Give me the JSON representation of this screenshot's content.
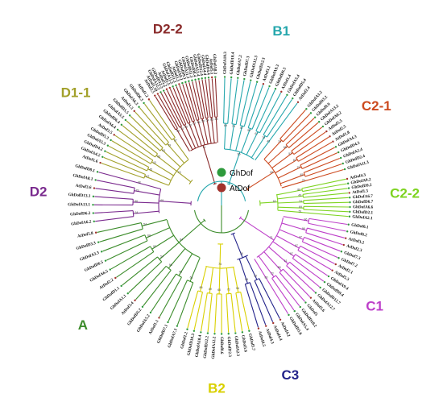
{
  "legend": {
    "items": [
      {
        "label": "GhDof",
        "color": "#2e9a3c"
      },
      {
        "label": "AtDof",
        "color": "#a2322c"
      }
    ]
  },
  "clades": [
    {
      "id": "B1",
      "label": "B1",
      "color": "#26a7ad",
      "start": -90.0,
      "end": -52.0
    },
    {
      "id": "C2-1",
      "label": "C2-1",
      "color": "#cc4a1f",
      "start": -50.0,
      "end": -15.0
    },
    {
      "id": "C2-2",
      "label": "C2-2",
      "color": "#7ed321",
      "start": -13.0,
      "end": 6.0
    },
    {
      "id": "C1",
      "label": "C1",
      "color": "#bd3fc9",
      "start": 7.0,
      "end": 60.0
    },
    {
      "id": "C3",
      "label": "C3",
      "color": "#23238a",
      "start": 61.0,
      "end": 75.0
    },
    {
      "id": "B2",
      "label": "B2",
      "color": "#d9d000",
      "start": 76.0,
      "end": 107.0
    },
    {
      "id": "A",
      "label": "A",
      "color": "#3c8c2b",
      "start": 108.0,
      "end": 170.0
    },
    {
      "id": "D2",
      "label": "D2",
      "color": "#7a2a8e",
      "start": 171.0,
      "end": 197.0
    },
    {
      "id": "D1-1",
      "label": "D1-1",
      "color": "#a2a02a",
      "start": 198.0,
      "end": 237.0
    },
    {
      "id": "D2-2",
      "label": "D2-2",
      "color": "#8a2b2b",
      "start": 238.0,
      "end": 268.0
    }
  ],
  "leaves": [
    {
      "name": "GhDofA10.3",
      "clade": "B1",
      "gh": true
    },
    {
      "name": "GhDofD10.4",
      "clade": "B1",
      "gh": true
    },
    {
      "name": "GhDofA7.2",
      "clade": "B1",
      "gh": true
    },
    {
      "name": "GhDofD7.3",
      "clade": "B1",
      "gh": true
    },
    {
      "name": "GhDofA12.3",
      "clade": "B1",
      "gh": true
    },
    {
      "name": "GhDofD12.3",
      "clade": "B1",
      "gh": true
    },
    {
      "name": "AtDof3.1",
      "clade": "B1",
      "gh": false
    },
    {
      "name": "GhDofA9.3",
      "clade": "B1",
      "gh": true
    },
    {
      "name": "GhDofD9.3",
      "clade": "B1",
      "gh": true
    },
    {
      "name": "AtDof1.4",
      "clade": "B1",
      "gh": false
    },
    {
      "name": "GhDofA5.4",
      "clade": "B1",
      "gh": true
    },
    {
      "name": "GhDofD5.4",
      "clade": "B1",
      "gh": true
    },
    {
      "name": "AtDof2.4",
      "clade": "B1",
      "gh": false
    },
    {
      "name": "GhDofA3.2",
      "clade": "C2-1",
      "gh": true
    },
    {
      "name": "GhDofD3.2",
      "clade": "C2-1",
      "gh": true
    },
    {
      "name": "GhDof8.9",
      "clade": "C2-1",
      "gh": true
    },
    {
      "name": "GhDofA13.2",
      "clade": "C2-1",
      "gh": true
    },
    {
      "name": "GhDofA8.2",
      "clade": "C2-1",
      "gh": true
    },
    {
      "name": "AtDof5.5",
      "clade": "C2-1",
      "gh": false
    },
    {
      "name": "AtDof2.5",
      "clade": "C2-1",
      "gh": false
    },
    {
      "name": "AtDof1.8",
      "clade": "C2-1",
      "gh": false
    },
    {
      "name": "GhDofA4.3",
      "clade": "C2-1",
      "gh": true
    },
    {
      "name": "GhDofD4.3",
      "clade": "C2-1",
      "gh": true
    },
    {
      "name": "GhDofA2.4",
      "clade": "C2-1",
      "gh": true
    },
    {
      "name": "GhDofD2.4",
      "clade": "C2-1",
      "gh": true
    },
    {
      "name": "GhDofA11.3",
      "clade": "C2-1",
      "gh": true
    },
    {
      "name": "AtDof4.3",
      "clade": "C2-2",
      "gh": false
    },
    {
      "name": "GhDofA9.2",
      "clade": "C2-2",
      "gh": true
    },
    {
      "name": "GhDofD9.2",
      "clade": "C2-2",
      "gh": true
    },
    {
      "name": "AtDof1.5",
      "clade": "C2-2",
      "gh": false
    },
    {
      "name": "GhDofA6.7",
      "clade": "C2-2",
      "gh": true
    },
    {
      "name": "GhDofD6.7",
      "clade": "C2-2",
      "gh": true
    },
    {
      "name": "GhDofA6.6",
      "clade": "C2-2",
      "gh": true
    },
    {
      "name": "GhDofD2.1",
      "clade": "C2-2",
      "gh": true
    },
    {
      "name": "GhDofA2.1",
      "clade": "C2-2",
      "gh": true
    },
    {
      "name": "GhDof6.1",
      "clade": "C1",
      "gh": true
    },
    {
      "name": "GhDof6.2",
      "clade": "C1",
      "gh": true
    },
    {
      "name": "AtDof3.2",
      "clade": "C1",
      "gh": false
    },
    {
      "name": "AtDof2.3",
      "clade": "C1",
      "gh": false
    },
    {
      "name": "GhDof7.3",
      "clade": "C1",
      "gh": true
    },
    {
      "name": "GhDof7.2",
      "clade": "C1",
      "gh": true
    },
    {
      "name": "AtDof2.1",
      "clade": "C1",
      "gh": false
    },
    {
      "name": "AtDof5.3",
      "clade": "C1",
      "gh": false
    },
    {
      "name": "GhDofA9.4",
      "clade": "C1",
      "gh": true
    },
    {
      "name": "GhDofD9.4",
      "clade": "C1",
      "gh": true
    },
    {
      "name": "GhDofD12.7",
      "clade": "C1",
      "gh": true
    },
    {
      "name": "GhDofA12.7",
      "clade": "C1",
      "gh": true
    },
    {
      "name": "AtDof5.6",
      "clade": "C1",
      "gh": false
    },
    {
      "name": "GhDof3",
      "clade": "C1",
      "gh": true
    },
    {
      "name": "GhDofD10.2",
      "clade": "C1",
      "gh": true
    },
    {
      "name": "GhDofA5.4",
      "clade": "C1",
      "gh": true
    },
    {
      "name": "GhDofD5.6",
      "clade": "C1",
      "gh": true
    },
    {
      "name": "AtDof4.2",
      "clade": "C3",
      "gh": false
    },
    {
      "name": "AtDof4.4",
      "clade": "C3",
      "gh": false
    },
    {
      "name": "AtDof4.3",
      "clade": "C3",
      "gh": false
    },
    {
      "name": "AtDof4.5",
      "clade": "C3",
      "gh": false
    },
    {
      "name": "GhDof5.7",
      "clade": "B2",
      "gh": true
    },
    {
      "name": "GhDof5.6",
      "clade": "B2",
      "gh": true
    },
    {
      "name": "GhDofA2.3",
      "clade": "B2",
      "gh": true
    },
    {
      "name": "GhDofD2.3",
      "clade": "B2",
      "gh": true
    },
    {
      "name": "GhDof8.6",
      "clade": "B2",
      "gh": true
    },
    {
      "name": "GhDofA12.2",
      "clade": "B2",
      "gh": true
    },
    {
      "name": "GhDofD12.2",
      "clade": "B2",
      "gh": true
    },
    {
      "name": "GhDofA10.4",
      "clade": "B2",
      "gh": true
    },
    {
      "name": "GhDofD10.3",
      "clade": "B2",
      "gh": true
    },
    {
      "name": "GhDof1.2",
      "clade": "B2",
      "gh": true
    },
    {
      "name": "GhDofA7.1",
      "clade": "A",
      "gh": true
    },
    {
      "name": "GhDofD7.1",
      "clade": "A",
      "gh": true
    },
    {
      "name": "AtDof1.1",
      "clade": "A",
      "gh": false
    },
    {
      "name": "GhDofA5.2",
      "clade": "A",
      "gh": true
    },
    {
      "name": "GhDofD5.2",
      "clade": "A",
      "gh": true
    },
    {
      "name": "AtDof3.4",
      "clade": "A",
      "gh": false
    },
    {
      "name": "GhDofA1.1",
      "clade": "A",
      "gh": true
    },
    {
      "name": "GhDofD1.1",
      "clade": "A",
      "gh": true
    },
    {
      "name": "AtDof2.2",
      "clade": "A",
      "gh": false
    },
    {
      "name": "GhDofA6.5",
      "clade": "A",
      "gh": true
    },
    {
      "name": "GhDofD6.5",
      "clade": "A",
      "gh": true
    },
    {
      "name": "GhDofA3.3",
      "clade": "A",
      "gh": true
    },
    {
      "name": "GhDofD3.3",
      "clade": "A",
      "gh": true
    },
    {
      "name": "AtDof5.8",
      "clade": "A",
      "gh": false
    },
    {
      "name": "GhDofA6.2",
      "clade": "D2",
      "gh": true
    },
    {
      "name": "GhDofD6.2",
      "clade": "D2",
      "gh": true
    },
    {
      "name": "GhDofA13.1",
      "clade": "D2",
      "gh": true
    },
    {
      "name": "GhDofD13.1",
      "clade": "D2",
      "gh": true
    },
    {
      "name": "AtDof3.6",
      "clade": "D2",
      "gh": false
    },
    {
      "name": "GhDofA8.1",
      "clade": "D2",
      "gh": true
    },
    {
      "name": "GhDofD8.1",
      "clade": "D2",
      "gh": true
    },
    {
      "name": "AtDof1.6",
      "clade": "D1-1",
      "gh": false
    },
    {
      "name": "GhDofA4.2",
      "clade": "D1-1",
      "gh": true
    },
    {
      "name": "GhDofD4.2",
      "clade": "D1-1",
      "gh": true
    },
    {
      "name": "GhDofA5.3",
      "clade": "D1-1",
      "gh": true
    },
    {
      "name": "GhDofD5.3",
      "clade": "D1-1",
      "gh": true
    },
    {
      "name": "AtDof3.5",
      "clade": "D1-1",
      "gh": false
    },
    {
      "name": "GhDofA6.4",
      "clade": "D1-1",
      "gh": true
    },
    {
      "name": "GhDofD6.4",
      "clade": "D1-1",
      "gh": true
    },
    {
      "name": "GhDofA5.5",
      "clade": "D1-1",
      "gh": true
    },
    {
      "name": "GhDofD5.5",
      "clade": "D1-1",
      "gh": true
    },
    {
      "name": "AtDof1.3",
      "clade": "D1-1",
      "gh": false
    },
    {
      "name": "GhDofA6.3",
      "clade": "D1-1",
      "gh": true
    },
    {
      "name": "GhDofD6.3",
      "clade": "D1-1",
      "gh": true
    },
    {
      "name": "AtDof1.2",
      "clade": "D1-1",
      "gh": false
    },
    {
      "name": "AtDof2.5",
      "clade": "D2-2",
      "gh": false
    },
    {
      "name": "AtDof1.10",
      "clade": "D2-2",
      "gh": false
    },
    {
      "name": "GhDofA12.5",
      "clade": "D2-2",
      "gh": true
    },
    {
      "name": "GhDofD12.5",
      "clade": "D2-2",
      "gh": true
    },
    {
      "name": "AtDof5.2",
      "clade": "D2-2",
      "gh": false
    },
    {
      "name": "AtDof5.5",
      "clade": "D2-2",
      "gh": false
    },
    {
      "name": "GhDofA11.2",
      "clade": "D2-2",
      "gh": true
    },
    {
      "name": "GhDofD11.2",
      "clade": "D2-2",
      "gh": true
    },
    {
      "name": "AtDof3.3",
      "clade": "D2-2",
      "gh": false
    },
    {
      "name": "GhDofA9.1",
      "clade": "D2-2",
      "gh": true
    },
    {
      "name": "GhDofD9.1",
      "clade": "D2-2",
      "gh": true
    },
    {
      "name": "GhDofA11.3",
      "clade": "D2-2",
      "gh": true
    },
    {
      "name": "GhDofD11.3",
      "clade": "D2-2",
      "gh": true
    },
    {
      "name": "GhDofD8.4",
      "clade": "D2-2",
      "gh": true
    },
    {
      "name": "GhDofA12.4",
      "clade": "D2-2",
      "gh": true
    },
    {
      "name": "GhDofD12.4",
      "clade": "D2-2",
      "gh": true
    },
    {
      "name": "GhDofA4.4",
      "clade": "D2-2",
      "gh": true
    },
    {
      "name": "GhDofD4.4",
      "clade": "D2-2",
      "gh": true
    },
    {
      "name": "AtDof5.1",
      "clade": "D2-2",
      "gh": false
    },
    {
      "name": "GhDofA8.3",
      "clade": "D2-2",
      "gh": true
    }
  ]
}
